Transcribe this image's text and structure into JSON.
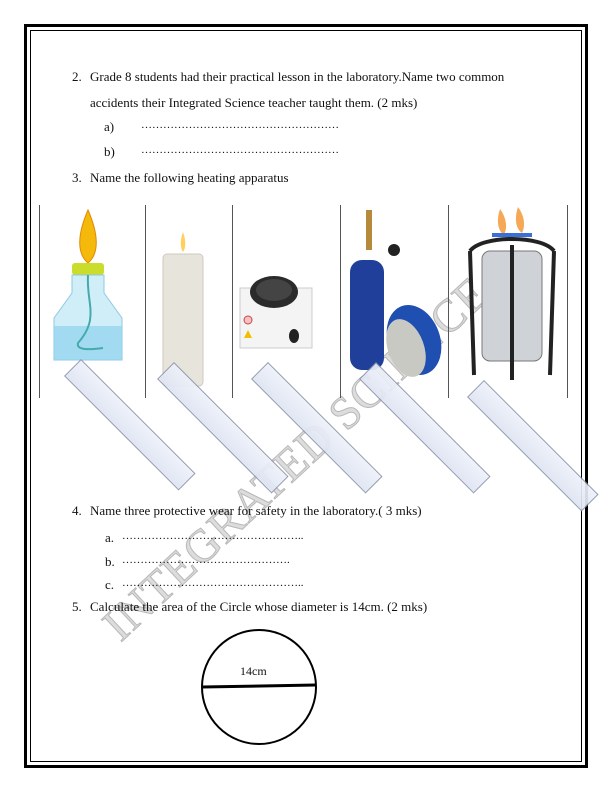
{
  "watermark": "INTEGRATED SCIENCE",
  "q2": {
    "number": "2.",
    "line1": "Grade 8 students had their practical lesson in the laboratory.Name two common",
    "line2": "accidents their Integrated Science teacher taught them. (2 mks)",
    "a_label": "a)",
    "b_label": "b)",
    "dots": "………………………………………………"
  },
  "q3": {
    "number": "3.",
    "text": "Name the following heating apparatus",
    "images": [
      "spirit-lamp",
      "candle",
      "hot-plate",
      "gas-burner",
      "kerosene-stove"
    ]
  },
  "q4": {
    "number": "4.",
    "text": "Name three protective wear for safety in the laboratory.( 3 mks)",
    "a_label": "a.",
    "b_label": "b.",
    "c_label": "c.",
    "a_dots": "…………………………………………..",
    "b_dots": "……………………………………….",
    "c_dots": "………………………………………….."
  },
  "q5": {
    "number": "5.",
    "text": "Calculate the area of the Circle whose diameter is 14cm. (2 mks)",
    "diagram_label": "14cm"
  }
}
